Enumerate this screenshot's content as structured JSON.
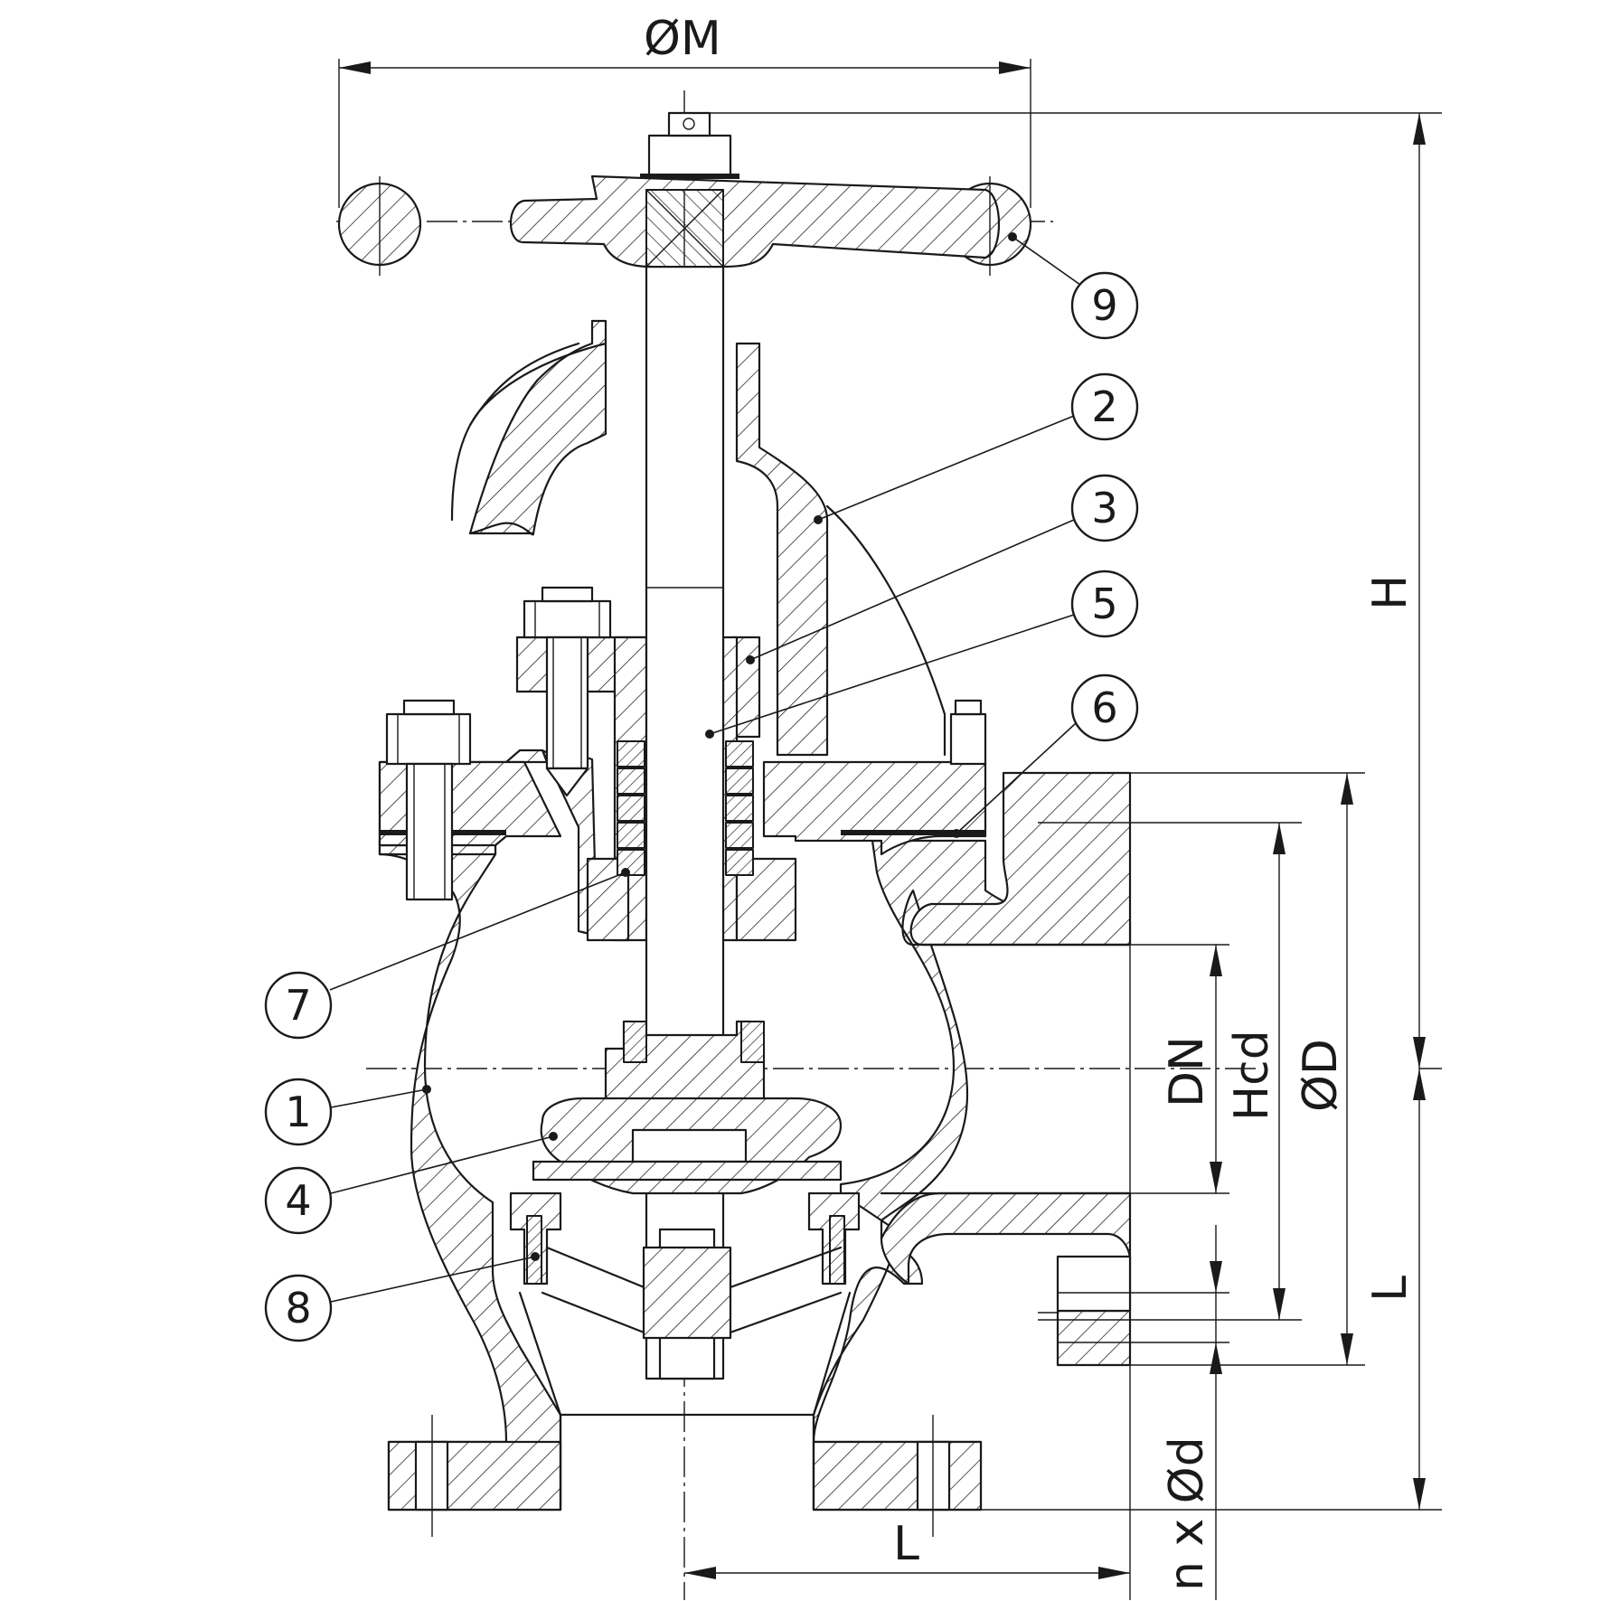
{
  "dimensions": {
    "M": "ØM",
    "H": "H",
    "DN": "DN",
    "Hcd": "Hcd",
    "D": "ØD",
    "L_side": "L",
    "L_bottom": "L",
    "nd": "n x Ød"
  },
  "callouts": {
    "c1": "1",
    "c2": "2",
    "c3": "3",
    "c4": "4",
    "c5": "5",
    "c6": "6",
    "c7": "7",
    "c8": "8",
    "c9": "9"
  }
}
